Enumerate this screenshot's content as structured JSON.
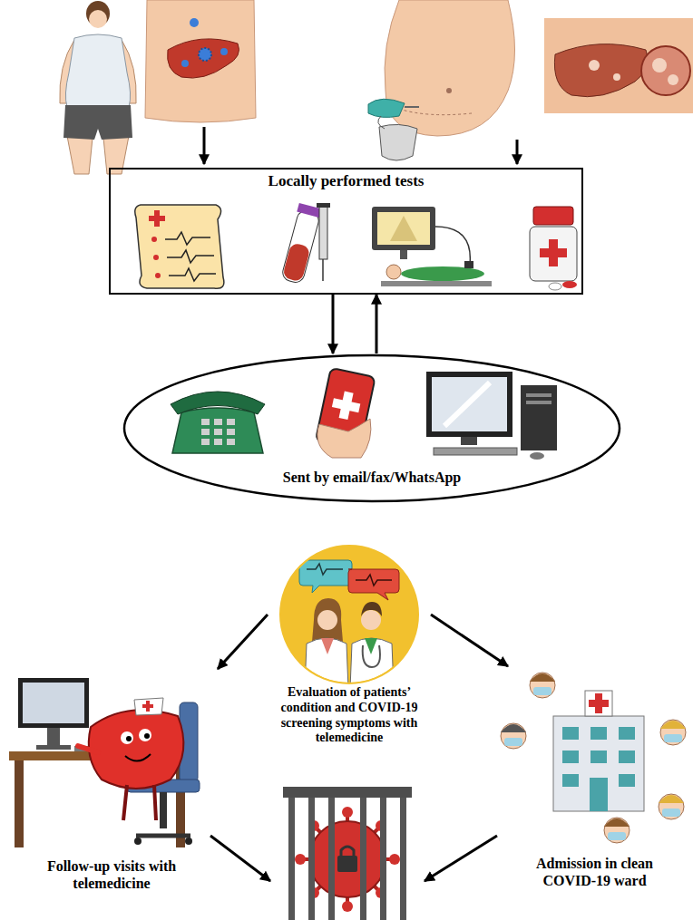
{
  "diagram": {
    "nodes": [
      {
        "text": [
          "Locally performed tests"
        ]
      },
      {
        "text": [
          "Sent by email/fax/WhatsApp"
        ]
      },
      {
        "text": [
          "Evaluation of patients’ condition and COVID-19 screening symptoms with telemedicine"
        ]
      },
      {
        "text": [
          "Follow-up visits with telemedicine"
        ]
      },
      {
        "text": [
          "Admission in clean COVID-19 ward"
        ]
      }
    ],
    "edges": [
      {
        "from": 0,
        "to": 1,
        "arrow": "to"
      },
      {
        "from": 1,
        "to": 0,
        "arrow": "to"
      },
      {
        "from": 2,
        "to": 3,
        "arrow": "to"
      },
      {
        "from": 2,
        "to": 4,
        "arrow": "to"
      }
    ]
  }
}
